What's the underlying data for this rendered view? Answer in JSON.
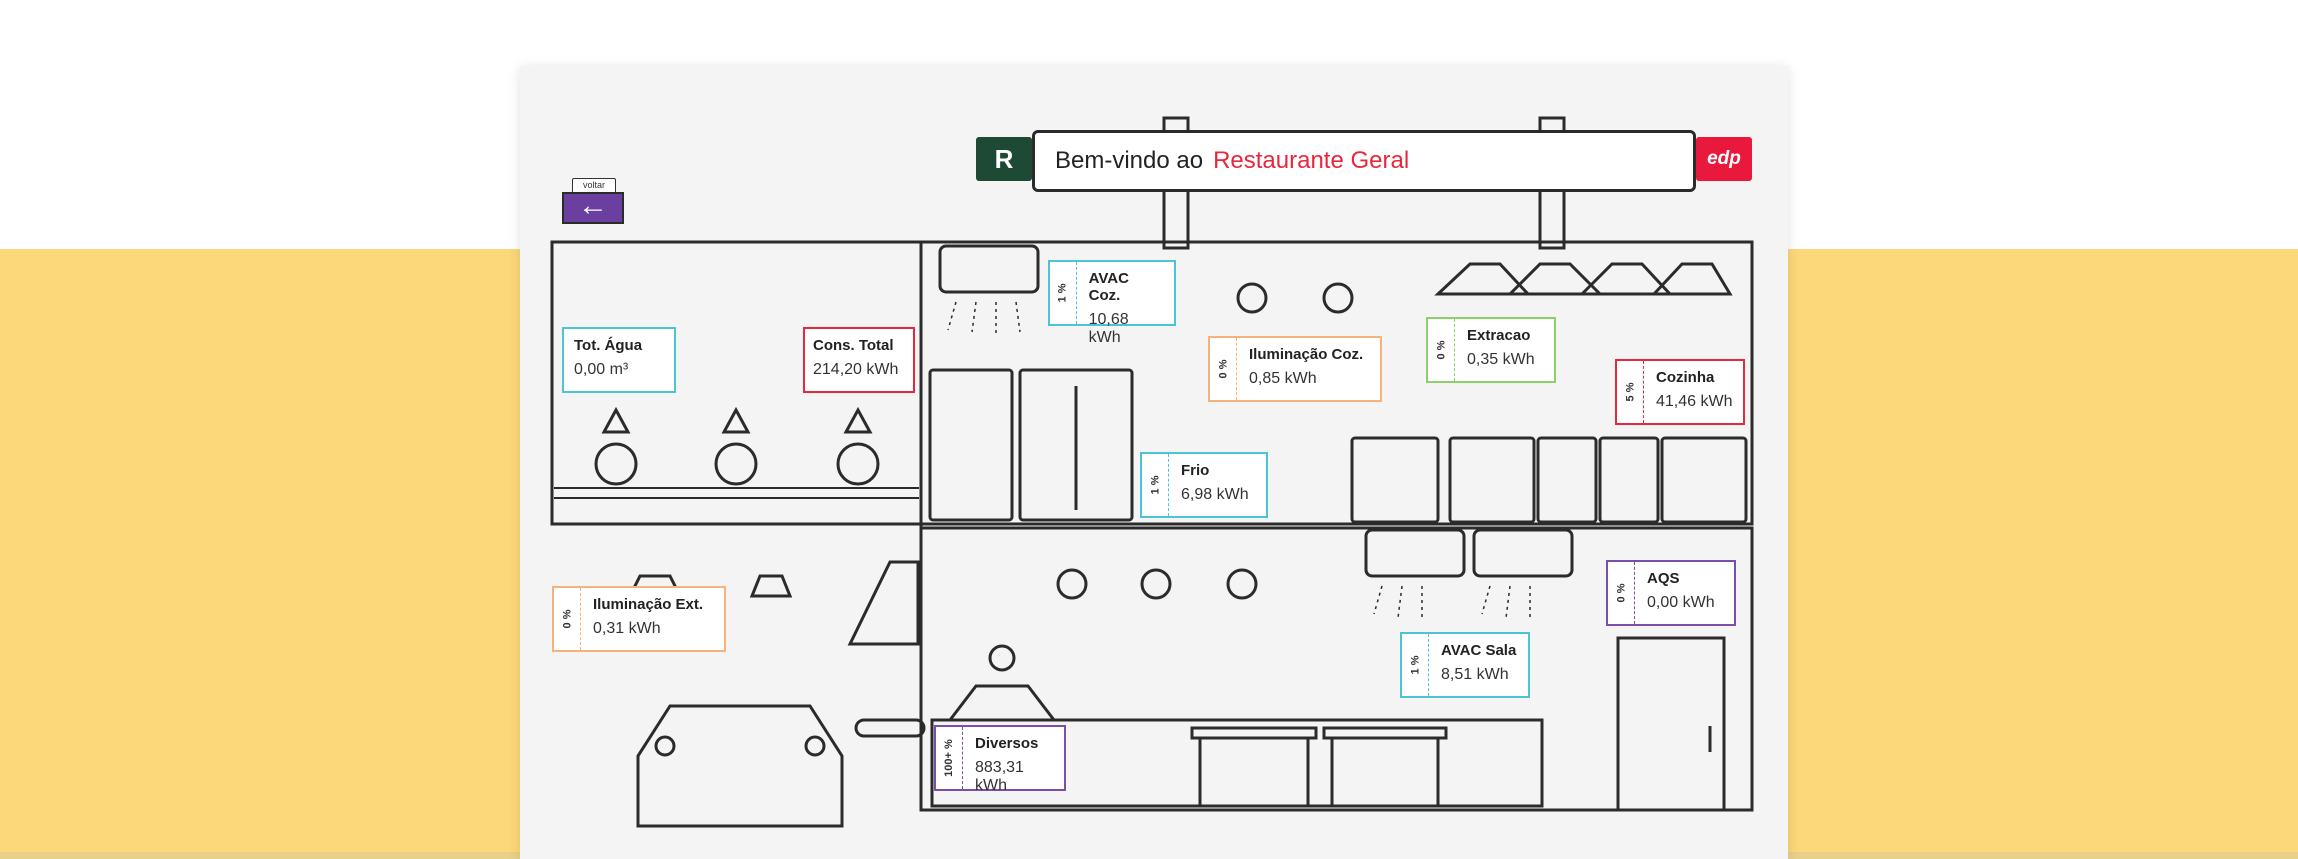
{
  "header": {
    "logo_letter": "R",
    "welcome_prefix": "Bem-vindo ao",
    "restaurant_name": "Restaurante Geral",
    "brand_logo": "edp"
  },
  "back": {
    "tag": "voltar",
    "icon": "arrow-left-icon"
  },
  "panels": {
    "agua": {
      "title": "Tot. Água",
      "value": "0,00 m³",
      "color": "#4fc3d6"
    },
    "total": {
      "title": "Cons. Total",
      "value": "214,20 kWh",
      "color": "#e8263d"
    },
    "avac_coz": {
      "pct": "1 %",
      "title": "AVAC Coz.",
      "value": "10,68 kWh",
      "color": "#4fc3d6"
    },
    "ilum_coz": {
      "pct": "0 %",
      "title": "Iluminação Coz.",
      "value": "0,85 kWh",
      "color": "#f5b37a"
    },
    "extracao": {
      "pct": "0 %",
      "title": "Extracao",
      "value": "0,35 kWh",
      "color": "#8bd06b"
    },
    "cozinha": {
      "pct": "5 %",
      "title": "Cozinha",
      "value": "41,46 kWh",
      "color": "#e8263d"
    },
    "frio": {
      "pct": "1 %",
      "title": "Frio",
      "value": "6,98 kWh",
      "color": "#4fc3d6"
    },
    "ilum_ext": {
      "pct": "0 %",
      "title": "Iluminação Ext.",
      "value": "0,31 kWh",
      "color": "#f5b37a"
    },
    "aqs": {
      "pct": "0 %",
      "title": "AQS",
      "value": "0,00 kWh",
      "color": "#7a4fa8"
    },
    "avac_sala": {
      "pct": "1 %",
      "title": "AVAC Sala",
      "value": "8,51 kWh",
      "color": "#4fc3d6"
    },
    "diversos": {
      "pct": "100+ %",
      "title": "Diversos",
      "value": "883,31 kWh",
      "color": "#7a4fa8"
    }
  }
}
